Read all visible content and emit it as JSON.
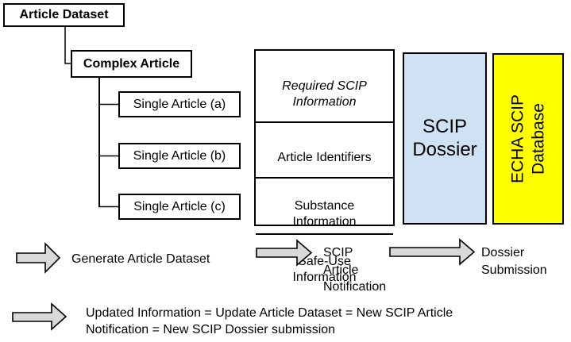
{
  "colors": {
    "dossier_bg": "#cfe2f3",
    "database_bg": "#ffff00",
    "arrow_fill": "#d9d9d9"
  },
  "tree": {
    "root": "Article Dataset",
    "parent": "Complex Article",
    "children": [
      "Single Article (a)",
      "Single Article (b)",
      "Single Article (c)"
    ]
  },
  "scip_info": {
    "header": "Required SCIP\nInformation",
    "rows": [
      "Article Identifiers",
      "Substance\nInformation",
      "Safe-Use\nInformation"
    ]
  },
  "dossier": {
    "label": "SCIP\nDossier"
  },
  "database": {
    "label": "ECHA SCIP\nDatabase"
  },
  "flow": [
    {
      "label": "Generate Article Dataset"
    },
    {
      "label": "SCIP\nArticle\nNotification"
    },
    {
      "label": "Dossier\nSubmission"
    }
  ],
  "update_note": "Updated Information = Update Article Dataset = New SCIP Article\nNotification = New SCIP Dossier submission"
}
